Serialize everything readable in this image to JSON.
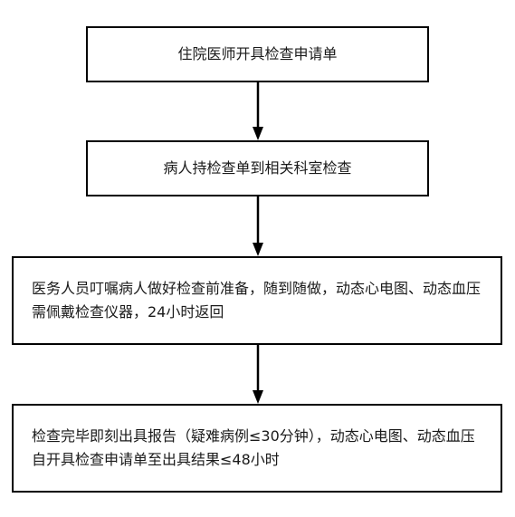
{
  "steps": [
    {
      "text": "住院医师开具检查申请单"
    },
    {
      "text": "病人持检查单到相关科室检查"
    },
    {
      "text": "医务人员叮嘱病人做好检查前准备，随到随做，动态心电图、动态血压需佩戴检查仪器，24小时返回"
    },
    {
      "text": "检查完毕即刻出具报告（疑难病例≤30分钟），动态心电图、动态血压自开具检查申请单至出具结果≤48小时"
    }
  ],
  "colors": {
    "stroke": "#000000",
    "text": "#1a1a1a",
    "background": "#ffffff"
  }
}
